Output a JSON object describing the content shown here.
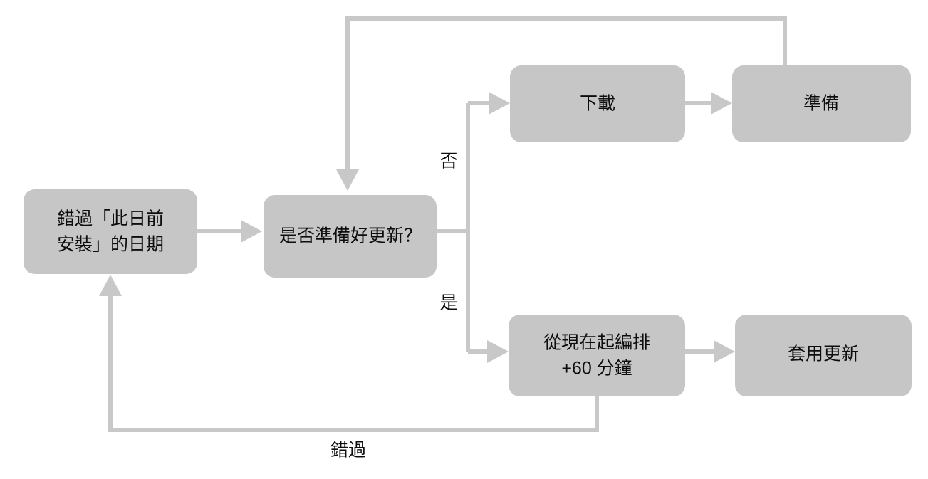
{
  "diagram": {
    "type": "flowchart",
    "title": "",
    "background_color": "#ffffff",
    "node_fill_color": "#c6c6c6",
    "connector_color": "#c8c8c8",
    "text_color": "#0d0d0d",
    "nodes": [
      {
        "id": "deadline-missed",
        "label_line1": "錯過「此日前",
        "label_line2": "安裝」的日期"
      },
      {
        "id": "ready-to-update",
        "label_line1": "是否準備好更新？",
        "label_line2": ""
      },
      {
        "id": "download",
        "label_line1": "下載",
        "label_line2": ""
      },
      {
        "id": "prepare",
        "label_line1": "準備",
        "label_line2": ""
      },
      {
        "id": "schedule-plus-60",
        "label_line1": "從現在起編排",
        "label_line2": "+60 分鐘"
      },
      {
        "id": "apply-update",
        "label_line1": "套用更新",
        "label_line2": ""
      }
    ],
    "edge_labels": {
      "no_branch": "否",
      "yes_branch": "是",
      "missed_loop": "錯過"
    }
  }
}
